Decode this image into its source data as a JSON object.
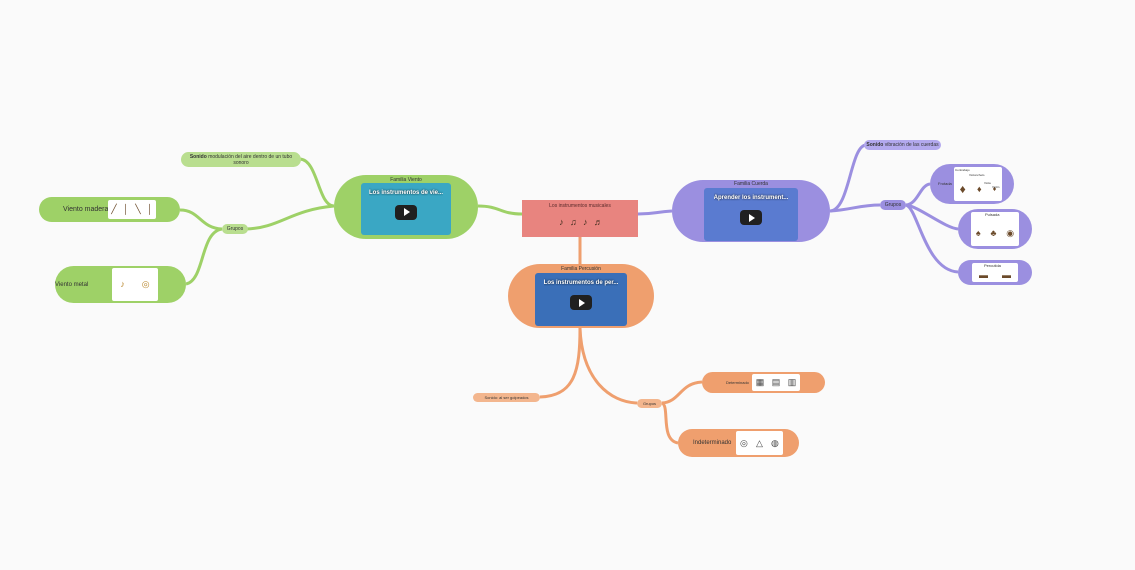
{
  "central": {
    "title": "Los instrumentos musicales"
  },
  "viento": {
    "title": "Familia Viento",
    "video_title": "Los instrumentos de vie...",
    "sonido_label": "Sonido",
    "sonido_text": "modulación del aire dentro de un tubo sonoro",
    "grupos_label": "Grupos",
    "madera_label": "Viento madera",
    "metal_label": "Viento metal"
  },
  "cuerda": {
    "title": "Familia Cuerda",
    "video_title": "Aprender los instrument...",
    "sonido_label": "Sonido",
    "sonido_text": "vibración de las cuerdas",
    "grupos_label": "Grupos",
    "frotada_label": "Frotada",
    "frotada_items": [
      "Contrabajo",
      "Violonchelo",
      "Viola",
      "Violín"
    ],
    "pulsada_label": "Pulsada",
    "percutida_label": "Percutida"
  },
  "percusion": {
    "title": "Familia Percusión",
    "video_title": "Los instrumentos de per...",
    "sonido_text": "Sonido: al ser golpeados",
    "grupos_label": "Grupos",
    "determinado_label": "Determinado",
    "indeterminado_label": "Indeterminado"
  },
  "colors": {
    "viento": "#9ed167",
    "cuerda": "#9b8fe0",
    "percusion": "#ef9f6e",
    "central": "#e8847f",
    "video": "#3aa7c4"
  }
}
